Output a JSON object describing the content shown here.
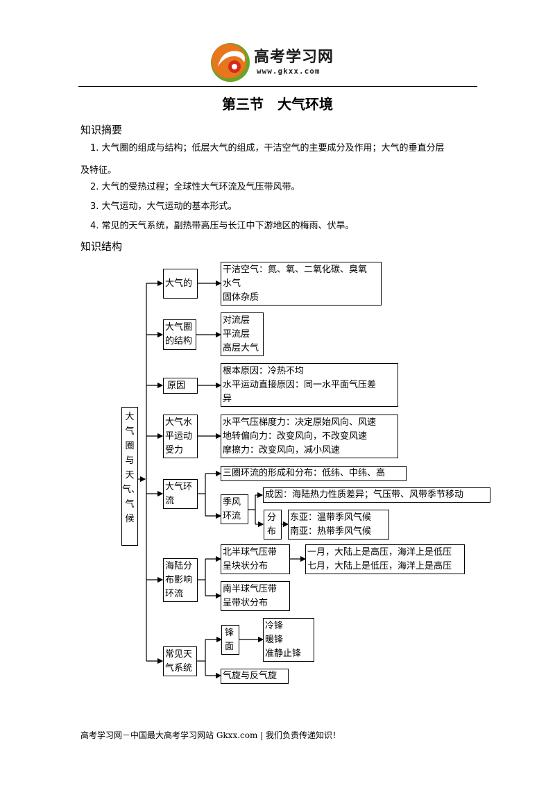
{
  "header": {
    "logo_title": "高考学习网",
    "logo_url": "www.gkxx.com"
  },
  "title": "第三节　大气环境",
  "summary": {
    "heading": "知识摘要",
    "items": [
      "1.  大气圈的组成与结构；低层大气的组成，干洁空气的主要成分及作用；大气的垂直分层",
      "及特征。",
      "2.  大气的受热过程；全球性大气环流及气压带风带。",
      "3.  大气运动，大气运动的基本形式。",
      "4.  常见的天气系统，副热带高压与长江中下游地区的梅雨、伏旱。"
    ]
  },
  "structure": {
    "heading": "知识结构",
    "root": [
      "大",
      "气",
      "圈",
      "与",
      "天",
      "气、",
      "气",
      "候"
    ],
    "b1": {
      "label": "大气的",
      "content": [
        "干洁空气：氮、氧、二氧化碳、臭氧",
        "水气",
        "固体杂质"
      ]
    },
    "b2": {
      "label": [
        "大气圈",
        "的结构"
      ],
      "content": [
        "对流层",
        "平流层",
        "高层大气"
      ]
    },
    "b3": {
      "label": "原因",
      "content": [
        "根本原因：冷热不均",
        "水平运动直接原因：同一水平面气压差",
        "异"
      ]
    },
    "b4": {
      "label": [
        "大气水",
        "平运动",
        "受力"
      ],
      "content": [
        "水平气压梯度力：决定原始风向、风速",
        "地转偏向力：改变风向，不改变风速",
        "摩擦力：改变风向，减小风速"
      ]
    },
    "b5": {
      "label": [
        "大气环",
        "流"
      ],
      "three_cell": "三圈环流的形成和分布：低纬、中纬、高",
      "monsoon": [
        "季风",
        "环流"
      ],
      "cause": "成因：海陆热力性质差异；气压带、风带季节移动",
      "dist": [
        "分",
        "布"
      ],
      "regions": [
        "东亚：温带季风气候",
        "南亚：热带季风气候"
      ]
    },
    "b6": {
      "label": [
        "海陆分",
        "布影响",
        "环流"
      ],
      "north": [
        "北半球气压带",
        "呈块状分布"
      ],
      "months": [
        "一月，大陆上是高压，海洋上是低压",
        "七月，大陆上是低压，海洋上是高压"
      ],
      "south": [
        "南半球气压带",
        "呈带状分布"
      ]
    },
    "b7": {
      "label": [
        "常见天",
        "气系统"
      ],
      "front": [
        "锋",
        "面"
      ],
      "front_types": [
        "冷锋",
        "暖锋",
        "准静止锋"
      ],
      "cyclone": "气旋与反气旋"
    }
  },
  "footer": "高考学习网－中国最大高考学习网站 Gkxx.com |  我们负责传递知识！",
  "colors": {
    "logo_orange": "#e8761c",
    "logo_red": "#d42a1e",
    "logo_green": "#6aa329"
  }
}
